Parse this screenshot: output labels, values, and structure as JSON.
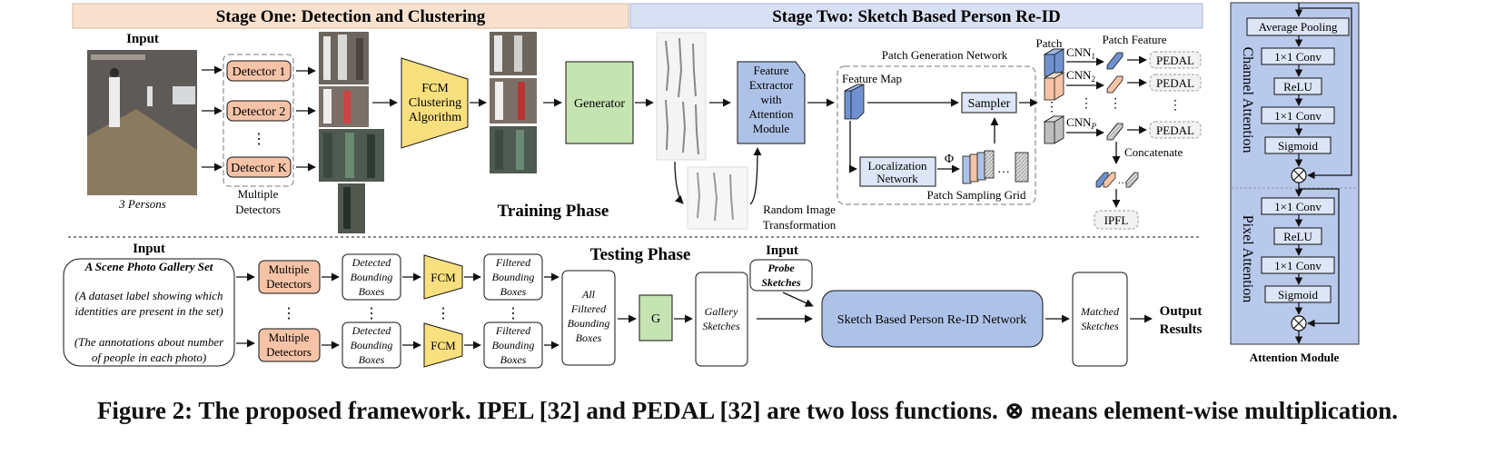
{
  "stages": {
    "one": "Stage One: Detection and Clustering",
    "two": "Stage Two: Sketch Based Person Re-ID"
  },
  "training": {
    "input_label": "Input",
    "persons_label": "3 Persons",
    "detectors": [
      "Detector 1",
      "Detector 2",
      "Detector K"
    ],
    "dots": "⋮",
    "multiple_detectors": [
      "Multiple",
      "Detectors"
    ],
    "fcm": [
      "FCM",
      "Clustering",
      "Algorithm"
    ],
    "generator": "Generator",
    "feature_extractor": [
      "Feature",
      "Extractor",
      "with",
      "Attention",
      "Module"
    ],
    "random_transform": [
      "Random Image",
      "Transformation"
    ],
    "phase": "Training Phase",
    "patch_gen_network": "Patch Generation Network",
    "feature_map": "Feature Map",
    "sampler": "Sampler",
    "localization": [
      "Localization",
      "Network"
    ],
    "phi": "Φ",
    "patch_sampling_grid": "Patch Sampling Grid",
    "patch": "Patch",
    "patch_feature": "Patch Feature",
    "cnn": [
      "CNN",
      "CNN",
      "CNN"
    ],
    "cnn_sub": [
      "1",
      "2",
      "P"
    ],
    "pedal": [
      "PEDAL",
      "PEDAL",
      "PEDAL"
    ],
    "concatenate": "Concatenate",
    "ipfl": "IPFL"
  },
  "testing": {
    "phase": "Testing Phase",
    "input_label": "Input",
    "gallery_title": "A Scene Photo Gallery Set",
    "gallery_note1": [
      "(A dataset label showing which",
      "identities are present in the set)"
    ],
    "gallery_note2": [
      "(The annotations about number",
      "of people in each photo)"
    ],
    "multiple_detectors": [
      "Multiple",
      "Detectors"
    ],
    "detected_boxes": [
      "Detected",
      "Bounding",
      "Boxes"
    ],
    "fcm": "FCM",
    "filtered_boxes": [
      "Filtered",
      "Bounding",
      "Boxes"
    ],
    "all_filtered": [
      "All",
      "Filtered",
      "Bounding",
      "Boxes"
    ],
    "g": "G",
    "gallery_sketches": [
      "Gallery",
      "Sketches"
    ],
    "probe_input": "Input",
    "probe": [
      "Probe",
      "Sketches"
    ],
    "reid_network": "Sketch Based Person Re-ID Network",
    "matched": [
      "Matched",
      "Sketches"
    ],
    "output": [
      "Output",
      "Results"
    ]
  },
  "attention": {
    "avg_pool": "Average Pooling",
    "conv": "1×1 Conv",
    "relu": "ReLU",
    "sigmoid": "Sigmoid",
    "channel": "Channel Attention",
    "pixel": "Pixel Attention",
    "title": "Attention Module"
  },
  "caption": "Figure 2: The proposed framework. IPEL [32] and PEDAL [32] are two loss functions. ⊗ means element-wise multiplication.",
  "colors": {
    "stage_one_bg": "#f9e1cf",
    "stage_two_bg": "#d8e1f3",
    "detector": "#f6c3a7",
    "fcm": "#f9e07f",
    "generator": "#c5e4b2",
    "blue_block": "#aec2e8",
    "attention_bg": "#b8c9ec"
  }
}
